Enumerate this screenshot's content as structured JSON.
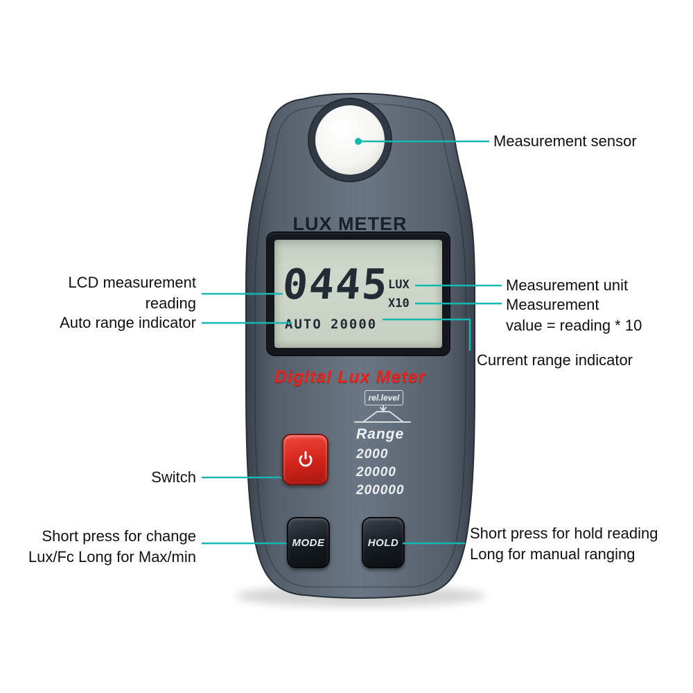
{
  "device": {
    "brand_label": "LUX METER",
    "lcd": {
      "reading": "0445",
      "unit": "LUX",
      "multiplier": "X10",
      "mode_label": "AUTO",
      "range_label": "20000"
    },
    "subtitle": "Digital Lux Meter",
    "rel_level_label": "rel.level",
    "range_title": "Range",
    "range_options": [
      "2000",
      "20000",
      "200000"
    ],
    "buttons": {
      "mode": "MODE",
      "hold": "HOLD"
    }
  },
  "callouts": {
    "sensor": "Measurement sensor",
    "lcd_reading": [
      "LCD measurement",
      "reading"
    ],
    "auto_range": "Auto range indicator",
    "unit": "Measurement unit",
    "value": [
      "Measurement",
      "value = reading * 10"
    ],
    "current_range": "Current range indicator",
    "switch": "Switch",
    "mode_button": [
      "Short press for change",
      "Lux/Fc Long for Max/min"
    ],
    "hold_button": [
      "Short press for hold reading",
      "Long for manual ranging"
    ]
  },
  "colors": {
    "callout_line": "#15b7b2",
    "accent_red": "#e6241c",
    "body_gray": "#5f6a77"
  }
}
